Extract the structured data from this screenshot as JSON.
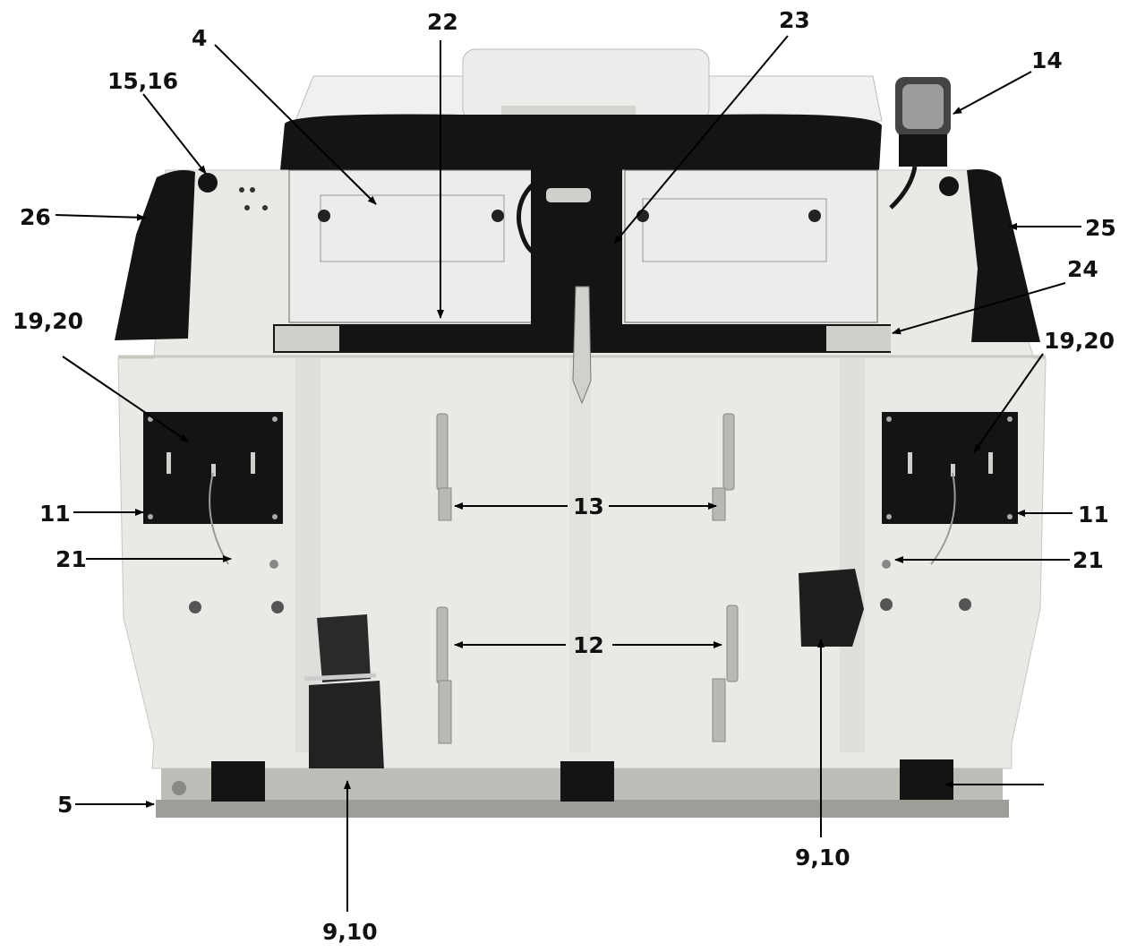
{
  "callouts": {
    "c4": "4",
    "c5": "5",
    "c9_10_left": "9,10",
    "c9_10_right": "9,10",
    "c11_left": "11",
    "c11_right": "11",
    "c12": "12",
    "c13": "13",
    "c14": "14",
    "c15_16": "15,16",
    "c19_20_left": "19,20",
    "c19_20_right": "19,20",
    "c21_left": "21",
    "c21_right": "21",
    "c22": "22",
    "c23": "23",
    "c24": "24",
    "c25": "25",
    "c26": "26"
  },
  "colors": {
    "panel": "#e9e9e6",
    "panel_shade": "#d8d8d4",
    "black_part": "#141414",
    "rail": "#bdbdb7",
    "line": "#000000"
  }
}
